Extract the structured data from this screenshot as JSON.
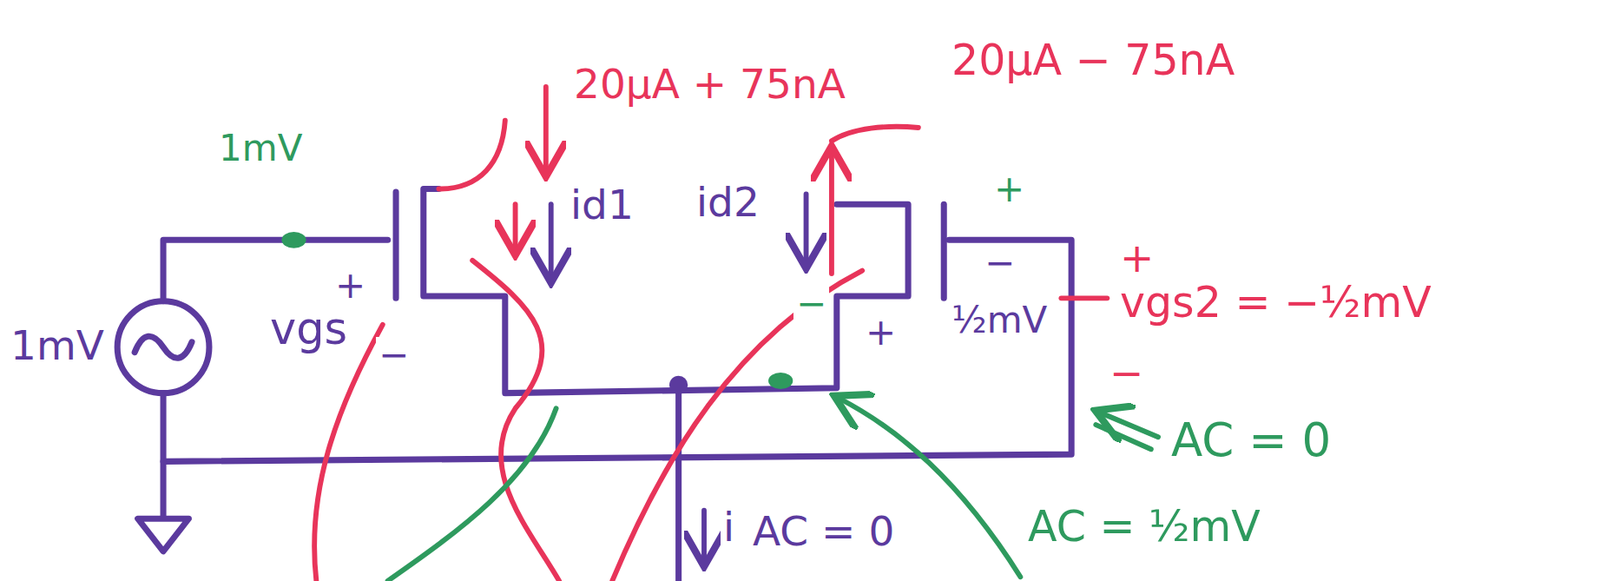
{
  "diagram": {
    "labels": [
      "20μA + 75nA",
      "20μA − 75nA",
      "1mV",
      "1mV",
      "+",
      "vgs",
      "−",
      "id1",
      "id2",
      "+",
      "−",
      "−",
      "+",
      "½mV",
      "+",
      "vgs2 = −½mV",
      "−",
      "AC = 0",
      "i",
      "AC = 0",
      "AC = ½mV"
    ]
  }
}
